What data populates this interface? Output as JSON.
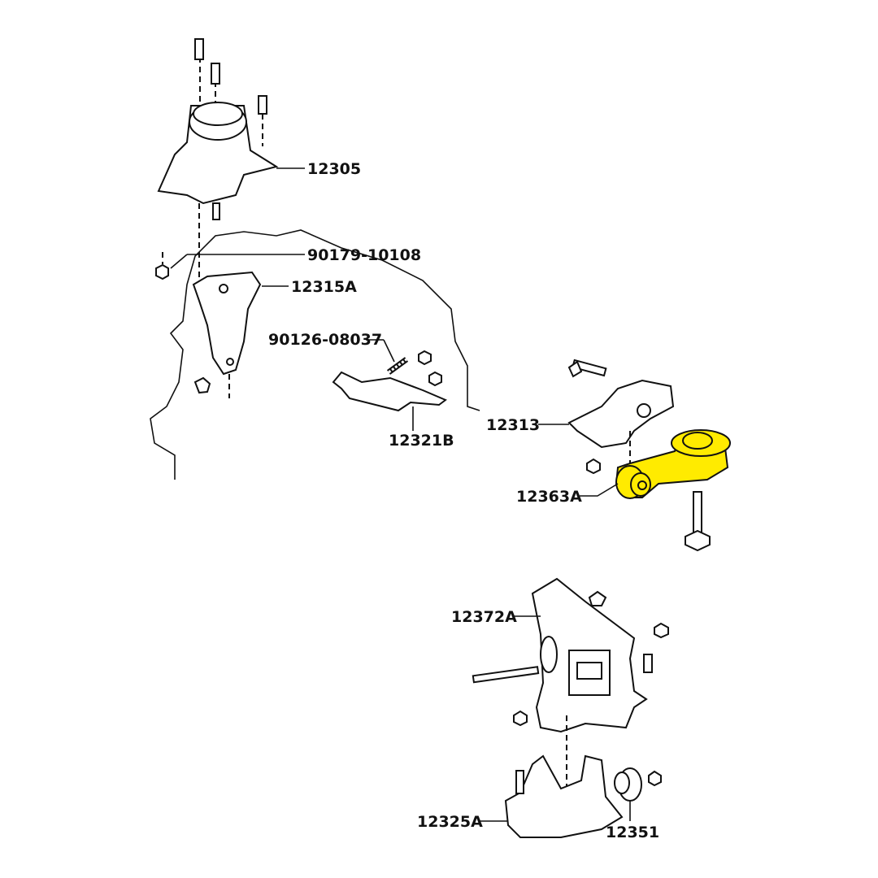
{
  "diagram": {
    "highlight_color": "#FFEB00",
    "labels": {
      "p12305": "12305",
      "p90179": "90179-10108",
      "p12315A": "12315A",
      "p90126": "90126-08037",
      "p12321B": "12321B",
      "p12313": "12313",
      "p12363A": "12363A",
      "p12372A": "12372A",
      "p12325A": "12325A",
      "p12351": "12351"
    },
    "highlighted_part": "12363A"
  }
}
